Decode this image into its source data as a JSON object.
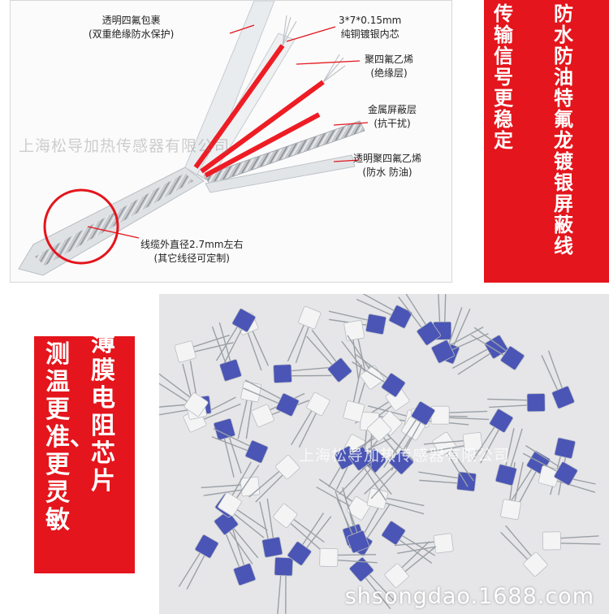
{
  "cable": {
    "annotations": [
      {
        "id": "ptfe-wrap",
        "line1": "透明四氟包裹",
        "line2": "(双重绝缘防水保护)"
      },
      {
        "id": "core",
        "line1": "3*7*0.15mm",
        "line2": "纯铜镀银内芯"
      },
      {
        "id": "fep",
        "line1": "聚四氟乙烯",
        "line2": "(绝缘层)"
      },
      {
        "id": "shield",
        "line1": "金属屏蔽层",
        "line2": "(抗干扰)"
      },
      {
        "id": "ptfe-outer",
        "line1": "透明聚四氟乙烯",
        "line2": "(防水 防油)"
      },
      {
        "id": "diameter",
        "line1": "线缆外直径2.7mm左右",
        "line2": "(其它线径可定制)"
      }
    ],
    "watermark": "上海松导加热传感器有限公司",
    "colors": {
      "red_wire": "#ee1c24",
      "circle": "#e4151c",
      "silver": "#c9ccd0"
    }
  },
  "banner_top": {
    "col_left": "传输信号更稳定",
    "col_right": "防水防油特氟龙镀银屏蔽线",
    "bg": "#e4151c"
  },
  "banner_bottom": {
    "col_right": "薄膜电阻芯片",
    "col_left": "测温更准、更灵敏",
    "bg": "#e4151c"
  },
  "chips": {
    "watermark": "上海松导加热传感器有限公司",
    "url": "shsongdao.1688.com",
    "colors": {
      "blue": "#4a55b5",
      "white": "#f4f4f4",
      "bg": "#e6e6e8"
    }
  }
}
